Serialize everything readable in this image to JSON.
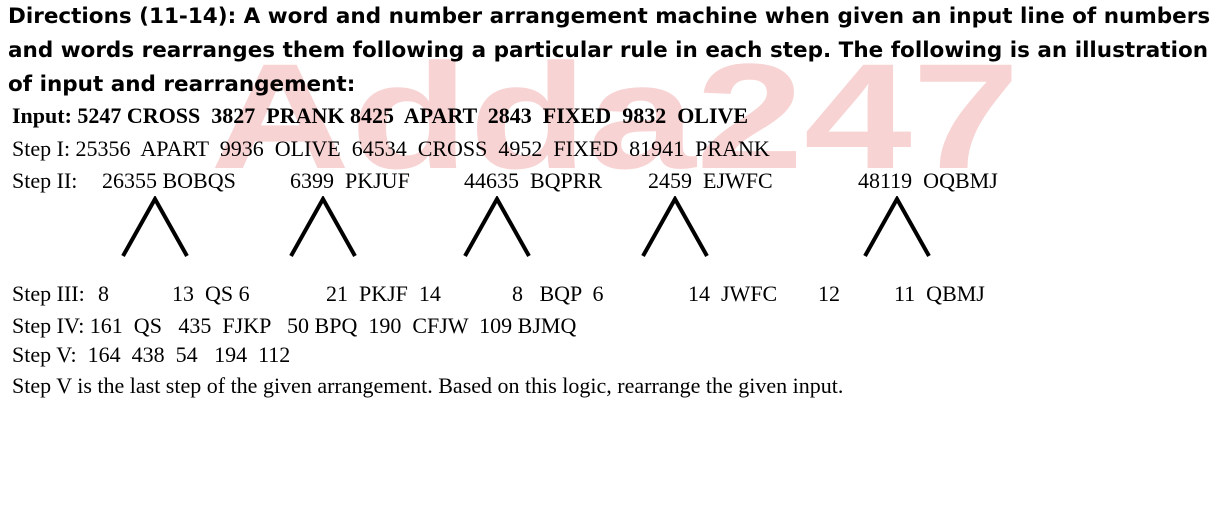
{
  "directions": "Directions (11-14): A word and number arrangement machine when given an input line of numbers and words rearranges them following a particular rule in each step. The following is an illustration of input and rearrangement:",
  "input_line": "Input: 5247 CROSS  3827  PRANK 8425  APART  2843  FIXED  9832  OLIVE",
  "step1": "Step I: 25356  APART  9936  OLIVE  64534  CROSS  4952  FIXED  81941  PRANK",
  "step2": {
    "label": "Step II:",
    "tokens": [
      "26355 BOBQS",
      "6399  PKJUF",
      "44635  BQPRR",
      "2459  EJWFC",
      "48119  OQBMJ"
    ]
  },
  "step3": {
    "label": "Step III:",
    "tokens": [
      "8",
      "13  QS 6",
      "21  PKJF  14",
      "8   BQP  6",
      "14  JWFC",
      "12",
      "11  QBMJ"
    ]
  },
  "step4": "Step IV: 161  QS   435  FJKP   50 BPQ  190  CFJW  109 BJMQ",
  "step5": "Step V:  164  438  54   194  112",
  "footer": "Step V is the last step of the given arrangement. Based on this logic, rearrange the given input.",
  "watermark": "Adda247",
  "watermark_color": "#e23b3b"
}
